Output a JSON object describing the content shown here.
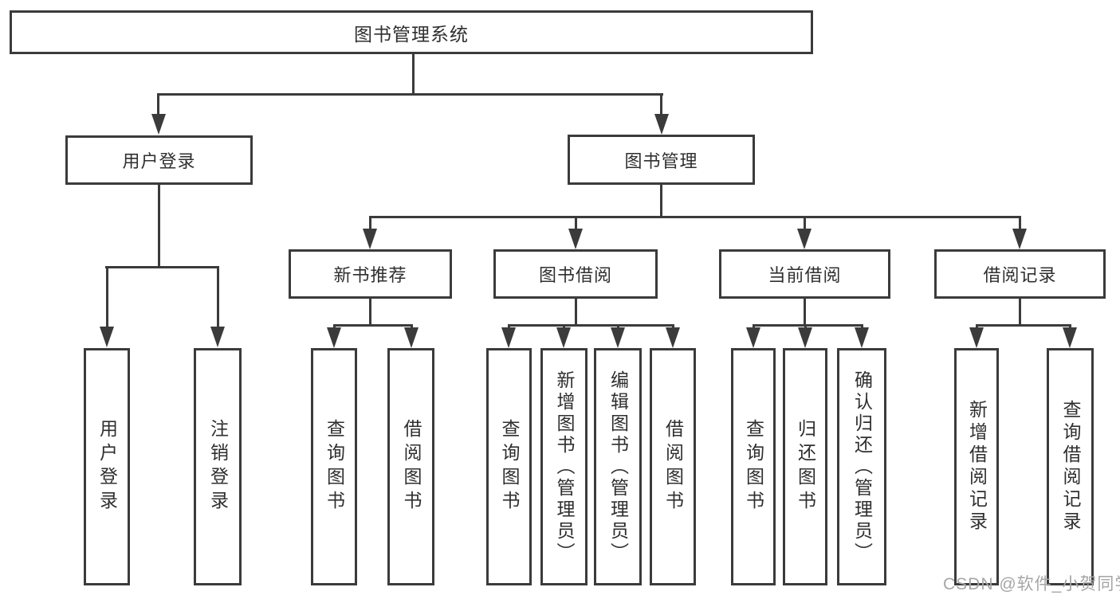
{
  "diagram": {
    "title": "图书管理系统",
    "type": "hierarchy-tree",
    "line_color": "#3b3b3b",
    "text_color": "#2f2f2f",
    "watermark": "CSDN @软件_小贺同学",
    "nodes": {
      "root": "图书管理系统",
      "user_login": "用户登录",
      "book_mgmt": "图书管理",
      "new_book_rec": "新书推荐",
      "book_borrow": "图书借阅",
      "current_borrow": "当前借阅",
      "borrow_record": "借阅记录",
      "leaf_user_login": "用户登录",
      "leaf_logout": "注销登录",
      "leaf_nb_query": "查询图书",
      "leaf_nb_borrow": "借阅图书",
      "leaf_bb_query": "查询图书",
      "leaf_bb_add": "新增图书（管理员）",
      "leaf_bb_edit": "编辑图书（管理员）",
      "leaf_bb_borrow": "借阅图书",
      "leaf_cb_query": "查询图书",
      "leaf_cb_return": "归还图书",
      "leaf_cb_confirm": "确认归还（管理员）",
      "leaf_br_add": "新增借阅记录",
      "leaf_br_query": "查询借阅记录"
    },
    "tree": {
      "图书管理系统": {
        "用户登录": [
          "用户登录",
          "注销登录"
        ],
        "图书管理": {
          "新书推荐": [
            "查询图书",
            "借阅图书"
          ],
          "图书借阅": [
            "查询图书",
            "新增图书（管理员）",
            "编辑图书（管理员）",
            "借阅图书"
          ],
          "当前借阅": [
            "查询图书",
            "归还图书",
            "确认归还（管理员）"
          ],
          "借阅记录": [
            "新增借阅记录",
            "查询借阅记录"
          ]
        }
      }
    }
  }
}
